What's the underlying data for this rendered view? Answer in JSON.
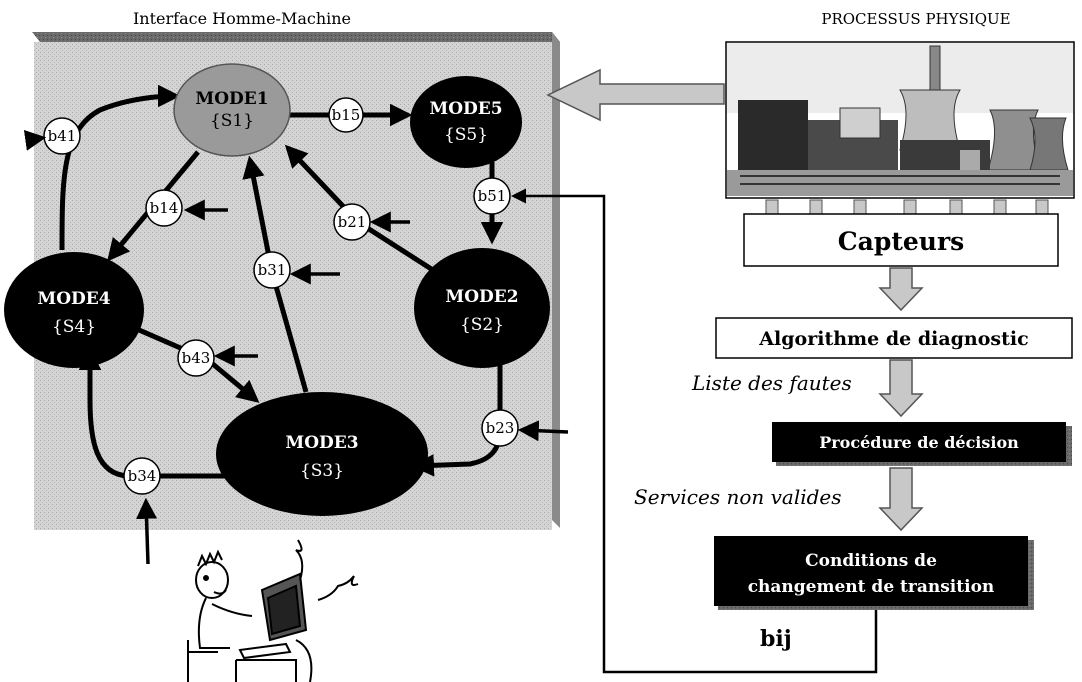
{
  "headers": {
    "left": "Interface Homme-Machine",
    "right": "PROCESSUS PHYSIQUE"
  },
  "modes": [
    {
      "id": "mode1",
      "title": "MODE1",
      "state": "{S1}",
      "fill": "#9a9a9a",
      "text_color": "#000000"
    },
    {
      "id": "mode5",
      "title": "MODE5",
      "state": "{S5}",
      "fill": "#000000",
      "text_color": "#ffffff"
    },
    {
      "id": "mode2",
      "title": "MODE2",
      "state": "{S2}",
      "fill": "#000000",
      "text_color": "#ffffff"
    },
    {
      "id": "mode4",
      "title": "MODE4",
      "state": "{S4}",
      "fill": "#000000",
      "text_color": "#ffffff"
    },
    {
      "id": "mode3",
      "title": "MODE3",
      "state": "{S3}",
      "fill": "#000000",
      "text_color": "#ffffff"
    }
  ],
  "transitions": [
    {
      "id": "b15",
      "label": "b15"
    },
    {
      "id": "b41",
      "label": "b41"
    },
    {
      "id": "b14",
      "label": "b14"
    },
    {
      "id": "b21",
      "label": "b21"
    },
    {
      "id": "b51",
      "label": "b51"
    },
    {
      "id": "b31",
      "label": "b31"
    },
    {
      "id": "b43",
      "label": "b43"
    },
    {
      "id": "b23",
      "label": "b23"
    },
    {
      "id": "b34",
      "label": "b34"
    }
  ],
  "process": {
    "capteurs": "Capteurs",
    "algorithme": "Algorithme de diagnostic",
    "liste_fautes": "Liste des fautes",
    "procedure": "Procédure de décision",
    "services": "Services non valides",
    "conditions_line1": "Conditions de",
    "conditions_line2": "changement de transition",
    "bij": "bij"
  },
  "colors": {
    "panel": "#cfcfcf",
    "panel_top": "#6f6f6f",
    "arrow_fill": "#c8c8c8",
    "dark": "#000000"
  },
  "icons": {
    "plant": "power-plant-illustration",
    "operator": "operator-at-computer-illustration"
  }
}
